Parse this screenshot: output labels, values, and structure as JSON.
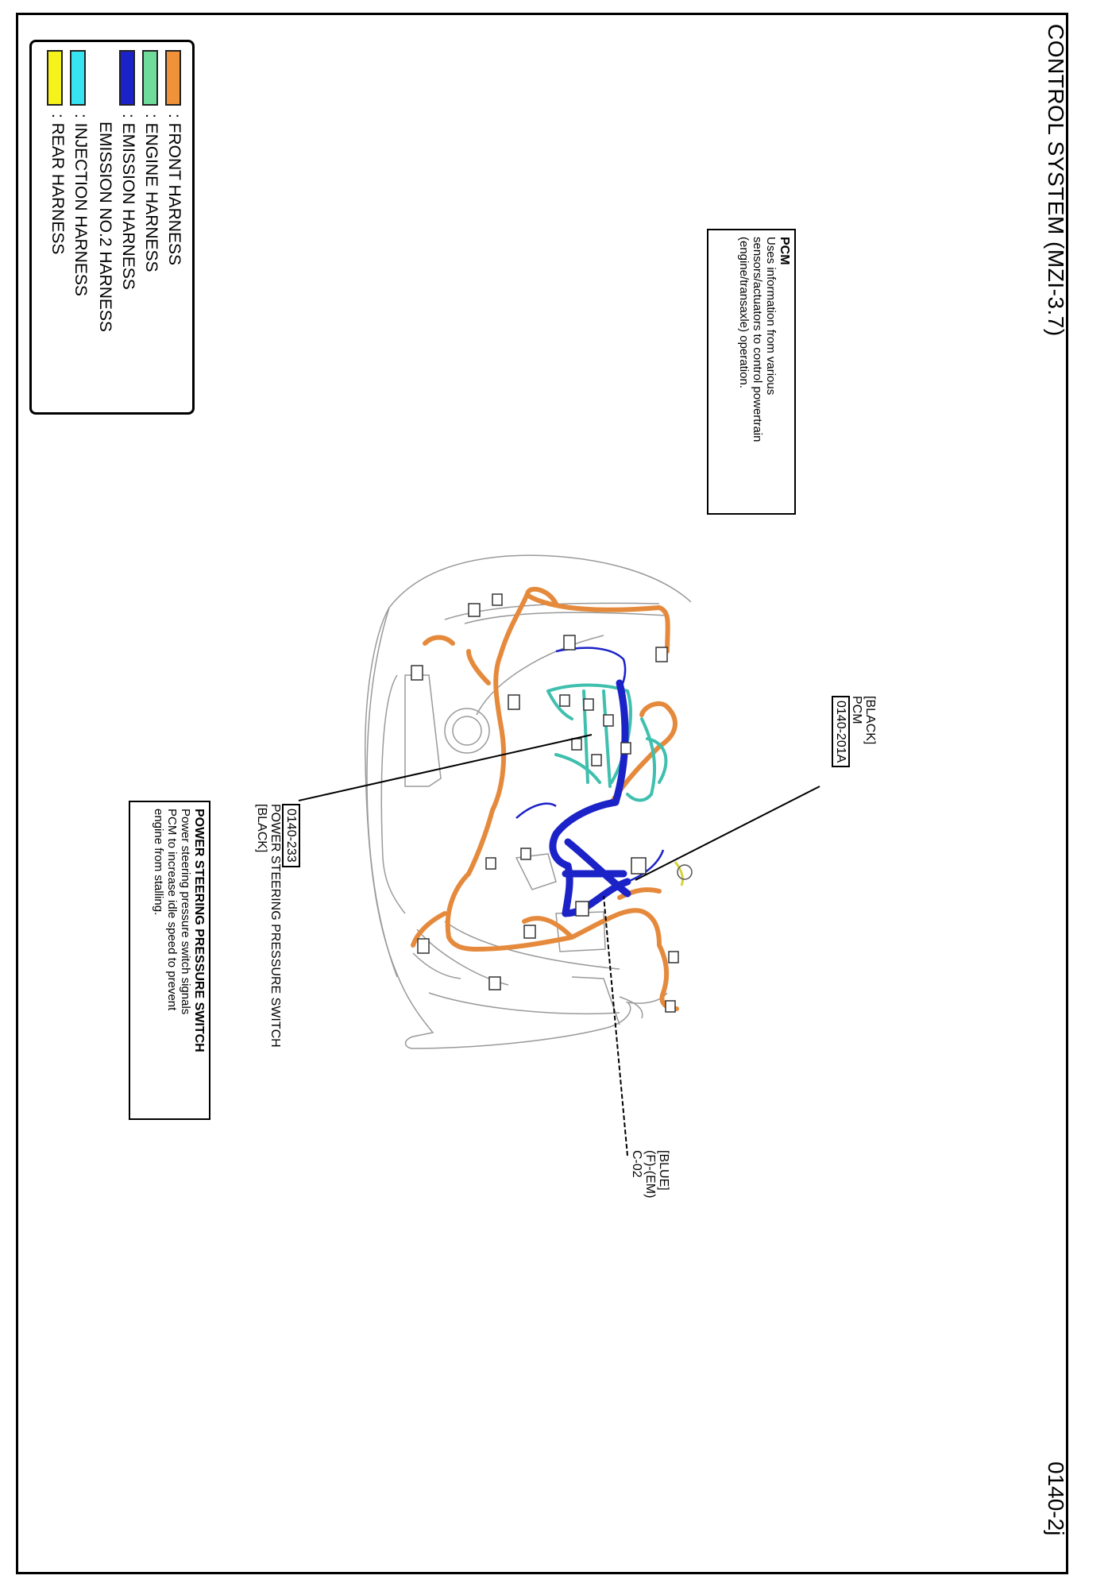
{
  "title": "CONTROL SYSTEM (MZI-3.7)",
  "page_number": "0140-2j",
  "legend": [
    {
      "color": "#f0923a",
      "label": ": FRONT HARNESS"
    },
    {
      "color": "#6fdc9c",
      "label": ": ENGINE HARNESS"
    },
    {
      "color": "#1b22c8",
      "label": ": EMISSION HARNESS",
      "label2": "EMISSION NO.2 HARNESS"
    },
    {
      "color": "#37e3f0",
      "label": ": INJECTION HARNESS"
    },
    {
      "color": "#f6f21b",
      "label": ": REAR HARNESS"
    }
  ],
  "pcm_box": {
    "title": "PCM",
    "lines": [
      "Uses information from various",
      "sensors/actuators to control powertrain",
      "(engine/transaxle) operation."
    ]
  },
  "ps_box": {
    "title": "POWER STEERING PRESSURE SWITCH",
    "lines": [
      "Power steering pressure switch signals",
      "PCM to increase idle speed to prevent",
      "engine from stalling."
    ]
  },
  "callouts": {
    "pcm": {
      "color_tag": "[BLACK]",
      "name": "PCM",
      "code": "0140-201A"
    },
    "ps": {
      "code": "0140-233",
      "name": "POWER STEERING PRESSURE SWITCH",
      "color_tag": "[BLACK]"
    },
    "c02": {
      "color_tag": "[BLUE]",
      "name": "(F)-(EM)",
      "code": "C-02"
    }
  },
  "colors": {
    "front": "#e58a3c",
    "engine": "#3fbfae",
    "emission": "#1b22c8",
    "injection": "#37e3f0",
    "rear": "#d8d23a",
    "outline": "#9a9a9a"
  }
}
